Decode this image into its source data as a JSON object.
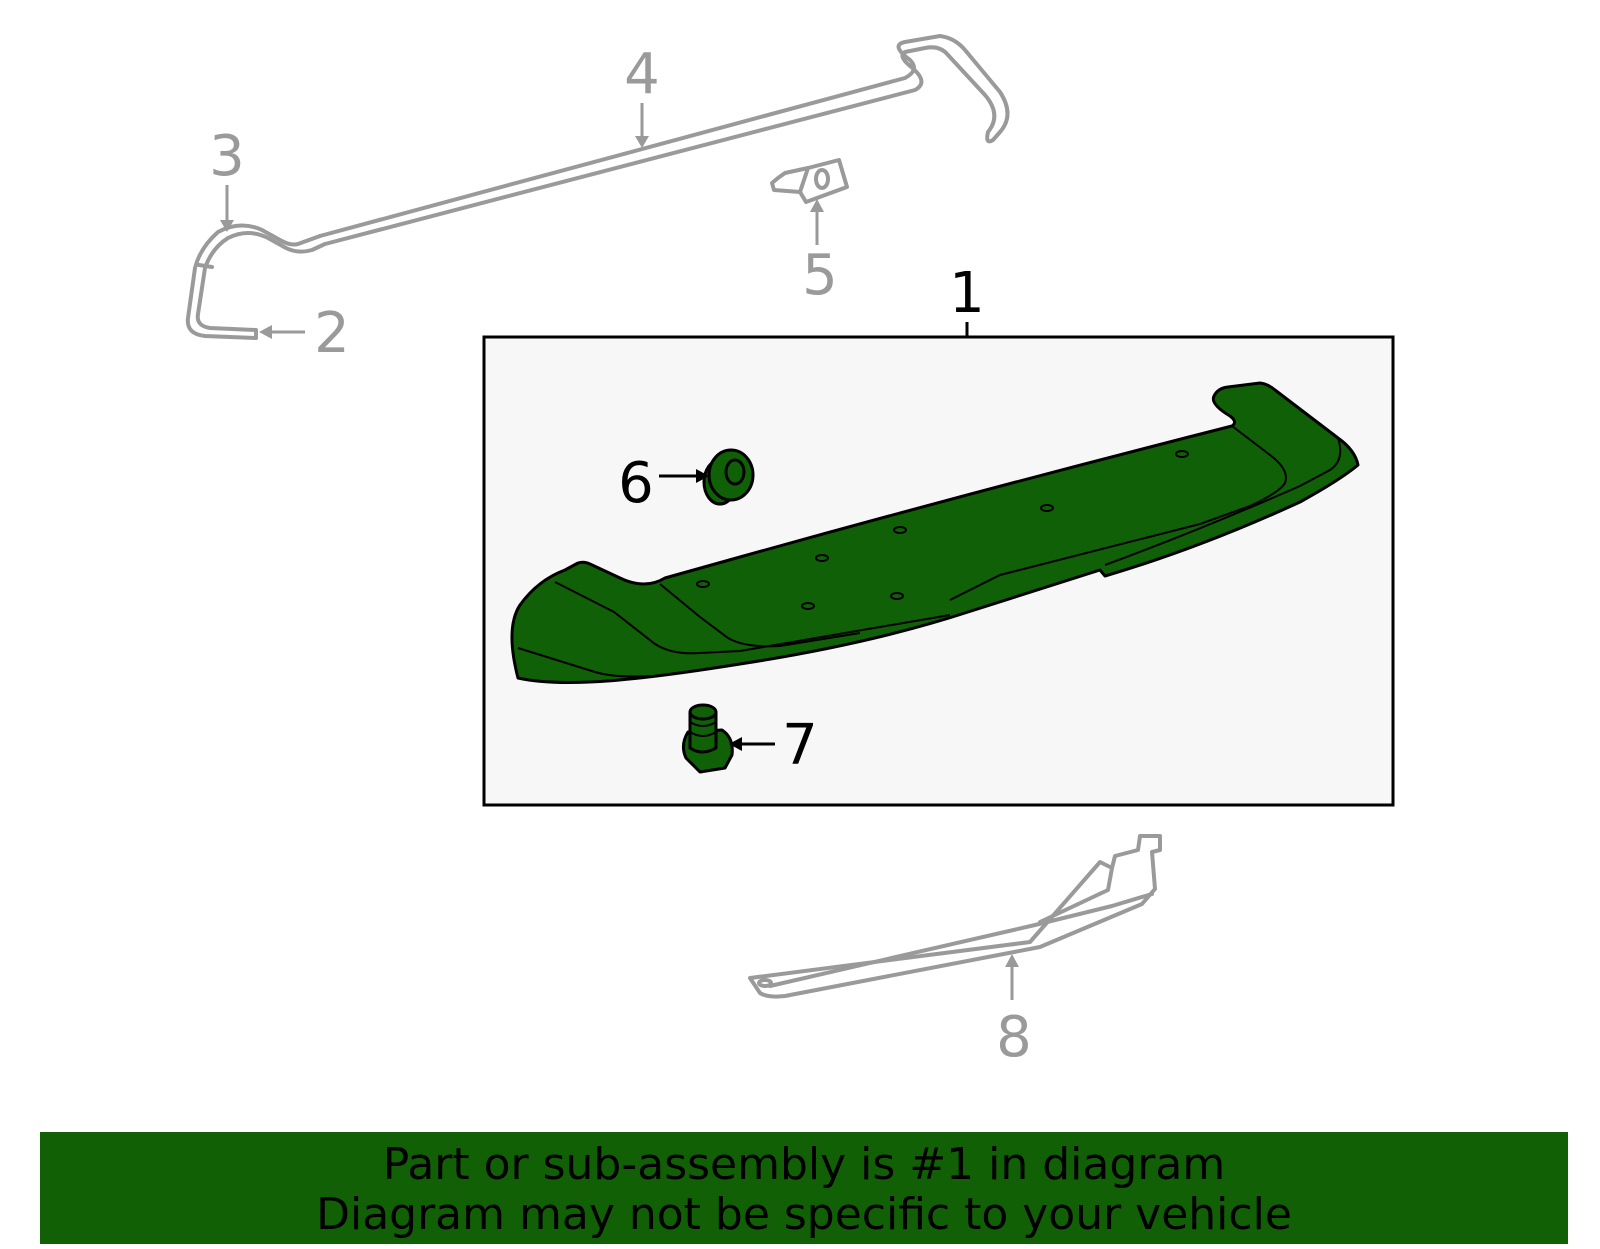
{
  "callouts": {
    "c1": "1",
    "c2": "2",
    "c3": "3",
    "c4": "4",
    "c5": "5",
    "c6": "6",
    "c7": "7",
    "c8": "8"
  },
  "banner": {
    "line1": "Part or sub-assembly is #1 in diagram",
    "line2": "Diagram may not be specific to your vehicle"
  },
  "colors": {
    "highlight_part": "#0f6006",
    "banner_background": "#116006",
    "other_parts": "#9a9a9a",
    "assembly_box_fill": "#f7f7f7"
  }
}
